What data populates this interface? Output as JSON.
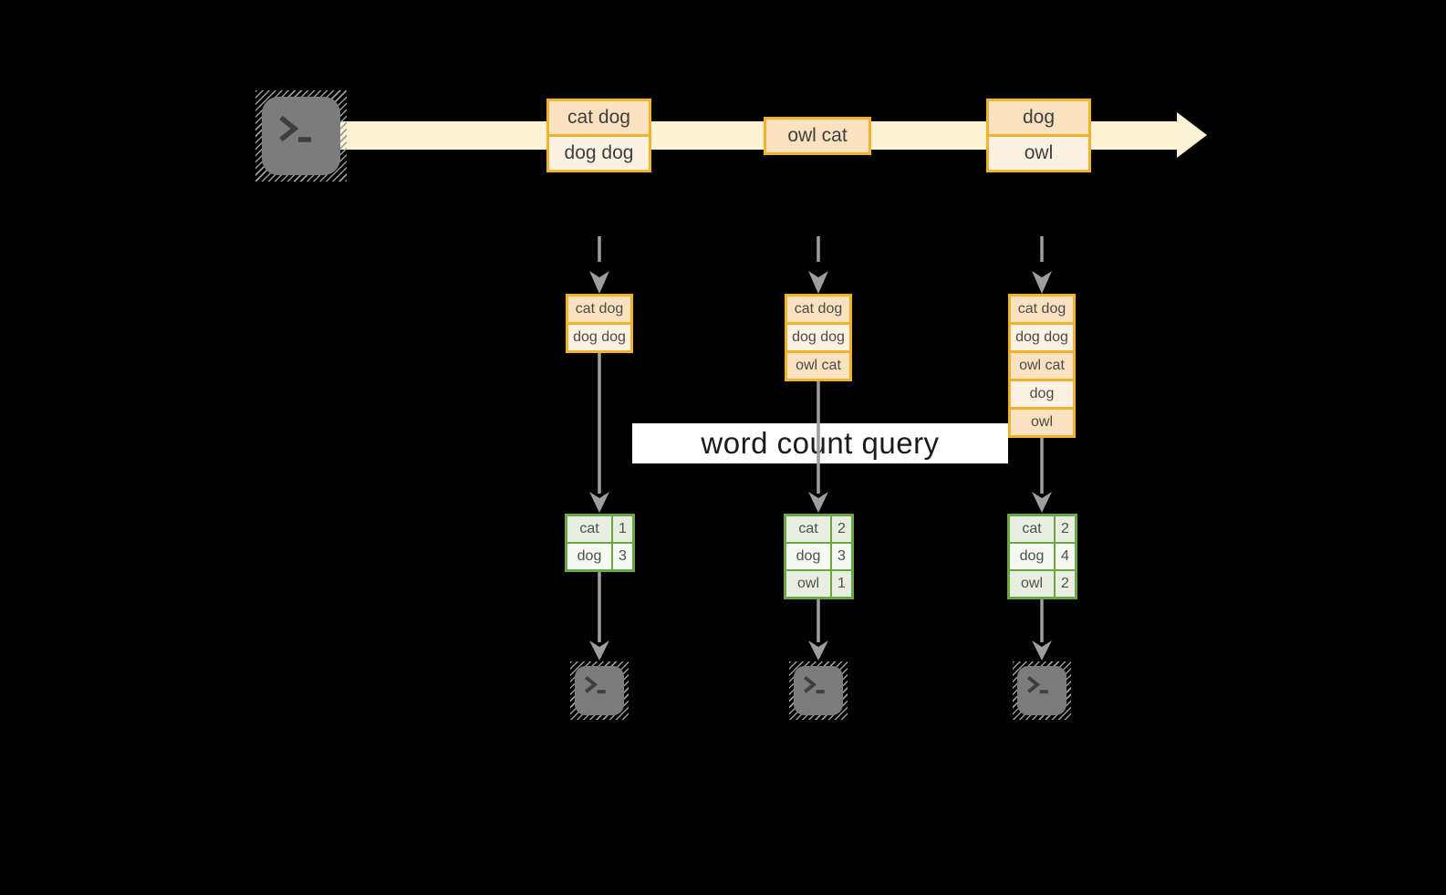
{
  "diagram": {
    "query_label": "word count query",
    "stream": {
      "messages": [
        {
          "lines": [
            "cat dog",
            "dog dog"
          ]
        },
        {
          "lines": [
            "owl cat"
          ]
        },
        {
          "lines": [
            "dog",
            "owl"
          ]
        }
      ]
    },
    "buffers": [
      {
        "rows": [
          "cat dog",
          "dog dog"
        ]
      },
      {
        "rows": [
          "cat dog",
          "dog dog",
          "owl cat"
        ]
      },
      {
        "rows": [
          "cat dog",
          "dog dog",
          "owl cat",
          "dog",
          "owl"
        ]
      }
    ],
    "counts": [
      {
        "rows": [
          {
            "word": "cat",
            "count": "1"
          },
          {
            "word": "dog",
            "count": "3"
          }
        ]
      },
      {
        "rows": [
          {
            "word": "cat",
            "count": "2"
          },
          {
            "word": "dog",
            "count": "3"
          },
          {
            "word": "owl",
            "count": "1"
          }
        ]
      },
      {
        "rows": [
          {
            "word": "cat",
            "count": "2"
          },
          {
            "word": "dog",
            "count": "4"
          },
          {
            "word": "owl",
            "count": "2"
          }
        ]
      }
    ],
    "colors": {
      "background": "#000000",
      "stream_band": "#fcf3d4",
      "box_border": "#f2b32c",
      "box_fill_peach": "#fae2c1",
      "box_fill_cream": "#fdf2e2",
      "table_border": "#6ca544",
      "table_cell_green": "#e9efe0",
      "table_cell_white": "#f6f8f2",
      "arrow_gray": "#9e9e9e",
      "terminal_gray": "#7c7c7c"
    }
  }
}
